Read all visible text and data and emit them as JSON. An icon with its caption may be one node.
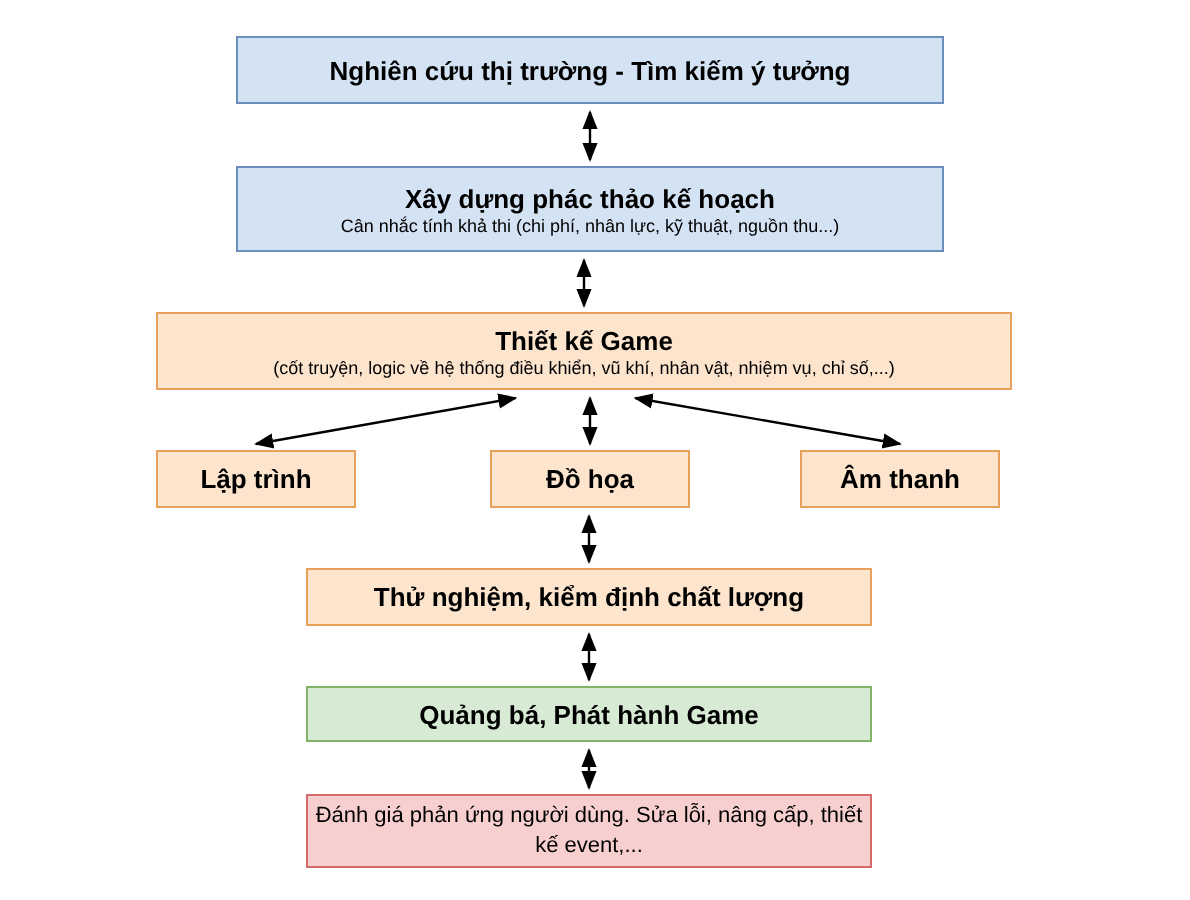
{
  "diagram": {
    "nodes": [
      {
        "text": [
          "Nghiên cứu thị trường - Tìm kiếm ý tưởng"
        ]
      },
      {
        "text": [
          "Xây dựng phác thảo kế hoạch",
          "Cân nhắc tính khả thi (chi phí, nhân lực, kỹ thuật, nguồn thu...)"
        ]
      },
      {
        "text": [
          "Thiết kế Game",
          "(cốt truyện, logic về hệ thống điều khiển, vũ khí, nhân vật, nhiệm vụ, chỉ số,...)"
        ]
      },
      {
        "text": [
          "Lập trình"
        ]
      },
      {
        "text": [
          "Đồ họa"
        ]
      },
      {
        "text": [
          "Âm thanh"
        ]
      },
      {
        "text": [
          "Thử nghiệm, kiểm định chất lượng"
        ]
      },
      {
        "text": [
          "Quảng bá, Phát hành Game"
        ]
      },
      {
        "text": [
          "Đánh giá phản ứng người dùng. Sửa lỗi, nâng cấp, thiết kế event,..."
        ]
      }
    ],
    "edges": [
      {
        "from": 0,
        "to": 1,
        "arrow": "both"
      },
      {
        "from": 1,
        "to": 2,
        "arrow": "both"
      },
      {
        "from": 2,
        "to": 3,
        "arrow": "both"
      },
      {
        "from": 2,
        "to": 4,
        "arrow": "both"
      },
      {
        "from": 2,
        "to": 5,
        "arrow": "both"
      },
      {
        "from": 4,
        "to": 6,
        "arrow": "both"
      },
      {
        "from": 6,
        "to": 7,
        "arrow": "both"
      },
      {
        "from": 7,
        "to": 8,
        "arrow": "both"
      }
    ]
  }
}
